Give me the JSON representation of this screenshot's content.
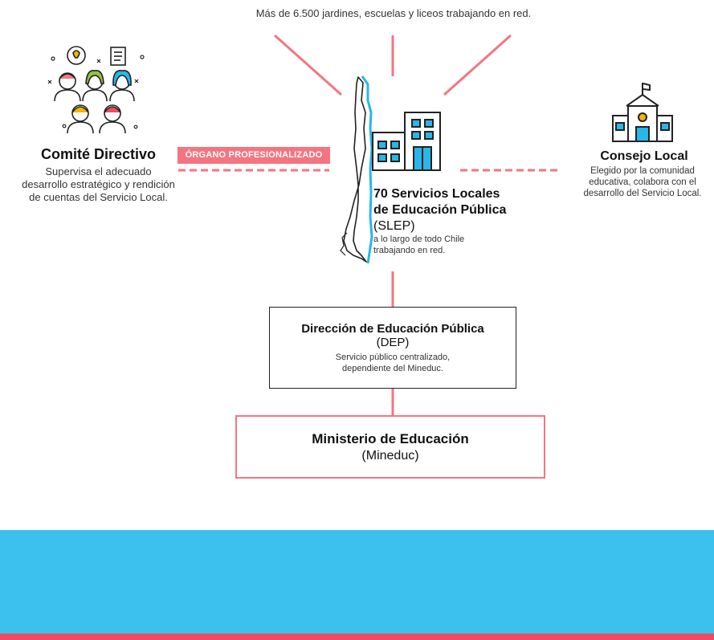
{
  "top_caption": "Más de 6.500 jardines, escuelas y liceos trabajando en red.",
  "committee": {
    "title": "Comité Directivo",
    "description_lines": [
      "Supervisa el adecuado",
      "desarrollo estratégico y rendición",
      "de cuentas del Servicio Local."
    ]
  },
  "badge": "ÓRGANO PROFESIONALIZADO",
  "slep": {
    "title_lines": [
      "70 Servicios Locales",
      "de Educación Pública"
    ],
    "abbr": "(SLEP)",
    "description_lines": [
      "a lo largo de todo Chile",
      "trabajando en red."
    ]
  },
  "council": {
    "title": "Consejo Local",
    "description_lines": [
      "Elegido por la comunidad",
      "educativa, colabora con el",
      "desarrollo del Servicio Local."
    ]
  },
  "dep": {
    "title": "Dirección de Educación Pública",
    "abbr": "(DEP)",
    "description_lines": [
      "Servicio público centralizado,",
      "dependiente del Mineduc."
    ]
  },
  "ministry": {
    "title": "Ministerio de Educación",
    "abbr": "(Mineduc)"
  },
  "colors": {
    "accent_pink": "#f47580",
    "map_blue": "#29b6e8",
    "footer_blue": "#3cc0ee",
    "footer_red": "#f04a62"
  },
  "icons": [
    "people-group-icon",
    "lightbulb-icon",
    "document-icon",
    "chile-map-icon",
    "office-building-icon",
    "school-building-icon"
  ]
}
